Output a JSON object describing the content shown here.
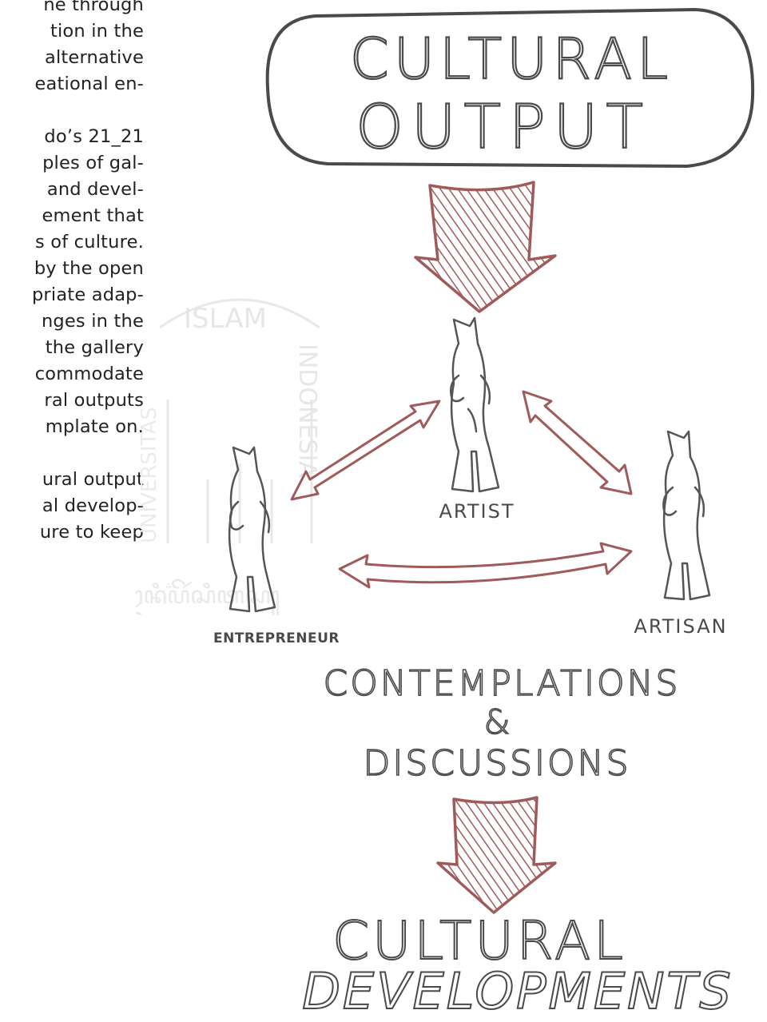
{
  "text_lines": [
    [
      "ne through",
      "tion in the",
      "alternative",
      "eational en-"
    ],
    [
      "do’s 21_21",
      "ples of gal-",
      "and devel-",
      "ement that",
      "s of culture.",
      "by the open",
      "priate adap-",
      "nges in the",
      "the gallery",
      "commodate",
      "ral outputs",
      "mplate on."
    ],
    [
      "ural output",
      "al develop-",
      "ure to keep"
    ]
  ],
  "diagram": {
    "top_label_1": "CULTURAL",
    "top_label_2": "OUTPUT",
    "artist": "ARTIST",
    "entrepreneur": "ENTREPRENEUR",
    "artisan": "ARTISAN",
    "mid_label_1": "CONTEMPLATIONS",
    "mid_label_2": "&",
    "mid_label_3": "DISCUSSIONS",
    "bottom_label_1": "CULTURAL",
    "bottom_label_2": "DEVELOPMENTS"
  },
  "watermark": {
    "top": "ISLAM",
    "right": "INDONESIA",
    "left": "UNIVERSITAS"
  },
  "colors": {
    "ink": "#4a4a4a",
    "arrow_red": "#a05a5a",
    "arrow_fill": "#c9a3a3",
    "watermark": "#e6e6e6"
  }
}
